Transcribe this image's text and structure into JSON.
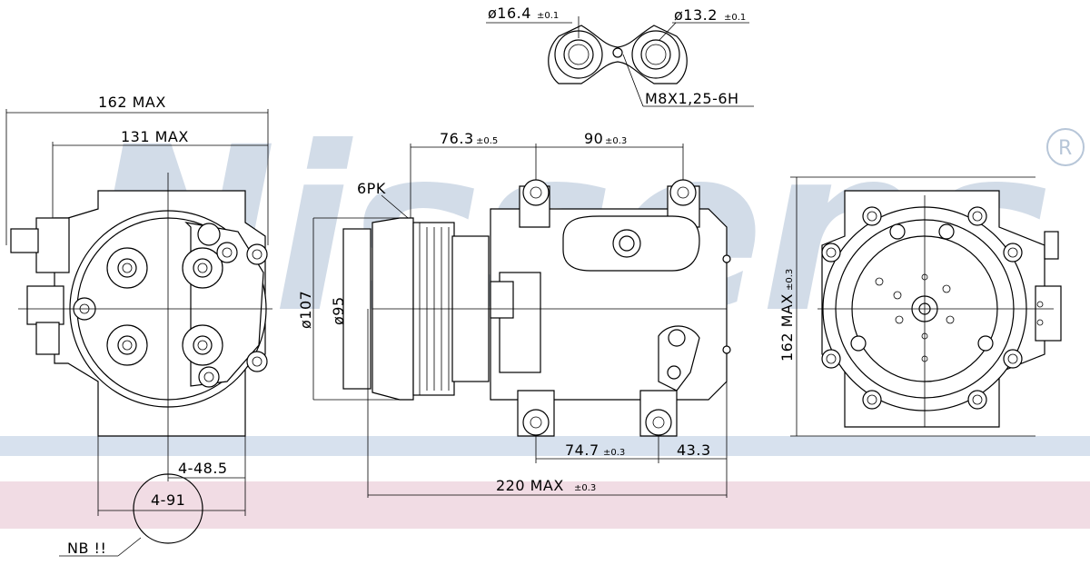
{
  "watermark": {
    "brand": "Nissens",
    "registered_mark": "®",
    "color": "#d2dce8"
  },
  "bands": {
    "blue": "#d7e1ee",
    "pink": "#f1dce4"
  },
  "dimensions": {
    "port_left_dia": "ø16.4",
    "port_left_tol": "±0.1",
    "port_right_dia": "ø13.2",
    "port_right_tol": "±0.1",
    "thread": "M8X1,25-6H",
    "width_162": "162 MAX",
    "width_131": "131 MAX",
    "pulley_type": "6PK",
    "dia_107": "ø107",
    "dia_95": "ø95",
    "d_76": "76.3",
    "d_76_tol": "±0.5",
    "d_90": "90",
    "d_90_tol": "±0.3",
    "d_74": "74.7",
    "d_74_tol": "±0.3",
    "d_43": "43.3",
    "length_220": "220  MAX",
    "length_220_tol": "±0.3",
    "height_162": "162 MAX",
    "height_162_tol": "±0.3",
    "holes_48": "4-48.5",
    "holes_91": "4-91",
    "note": "NB !!"
  }
}
